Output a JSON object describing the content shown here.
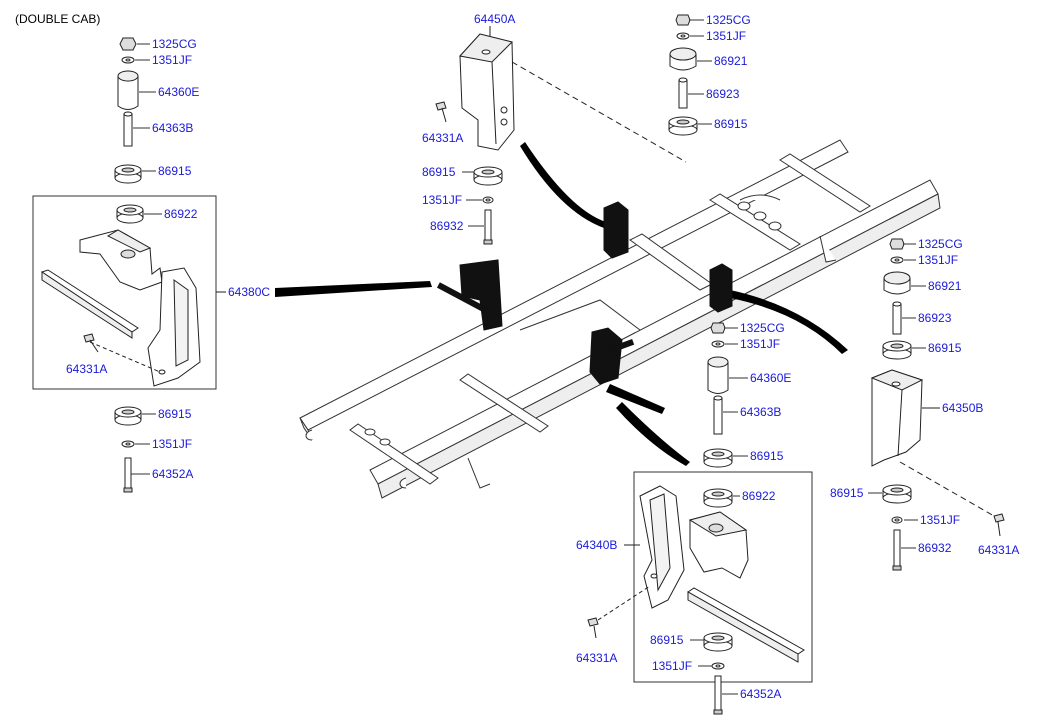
{
  "caption": "(DOUBLE CAB)",
  "parts": {
    "nut_1325CG": "1325CG",
    "washer_1351JF": "1351JF",
    "spacer_64360E": "64360E",
    "sleeve_64363B": "64363B",
    "insulator_86915": "86915",
    "insulator_86922": "86922",
    "bracket_64380C": "64380C",
    "bolt_64331A": "64331A",
    "bolt_64352A": "64352A",
    "bracket_64450A": "64450A",
    "bolt_86932": "86932",
    "insulator_86921": "86921",
    "sleeve_86923": "86923",
    "bracket_64350B": "64350B",
    "bracket_64340B": "64340B"
  }
}
